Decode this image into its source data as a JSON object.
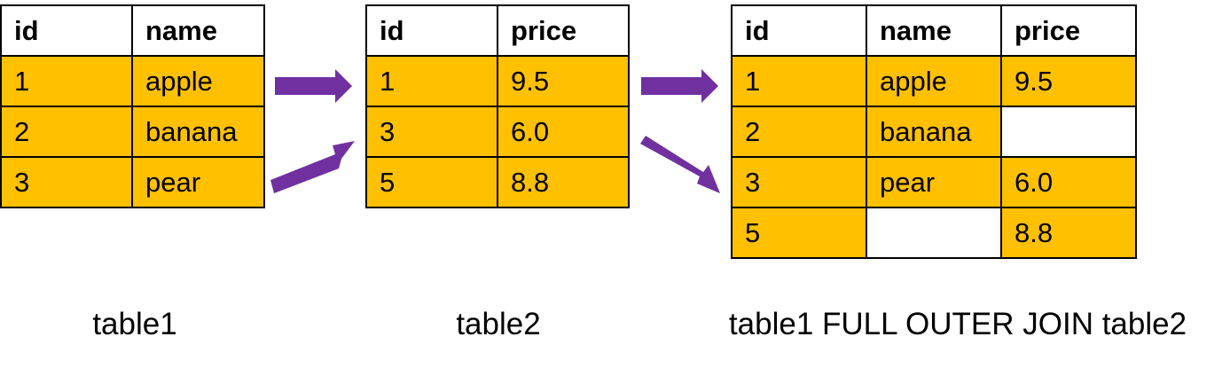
{
  "colors": {
    "fill": "#FFC000",
    "arrow": "#7030A0",
    "border": "#000000"
  },
  "table1": {
    "caption": "table1",
    "headers": [
      "id",
      "name"
    ],
    "rows": [
      [
        "1",
        "apple"
      ],
      [
        "2",
        "banana"
      ],
      [
        "3",
        "pear"
      ]
    ]
  },
  "table2": {
    "caption": "table2",
    "headers": [
      "id",
      "price"
    ],
    "rows": [
      [
        "1",
        "9.5"
      ],
      [
        "3",
        "6.0"
      ],
      [
        "5",
        "8.8"
      ]
    ]
  },
  "result": {
    "caption": "table1 FULL OUTER JOIN table2",
    "headers": [
      "id",
      "name",
      "price"
    ],
    "rows": [
      [
        "1",
        "apple",
        "9.5"
      ],
      [
        "2",
        "banana",
        ""
      ],
      [
        "3",
        "pear",
        "6.0"
      ],
      [
        "5",
        "",
        "8.8"
      ]
    ]
  }
}
